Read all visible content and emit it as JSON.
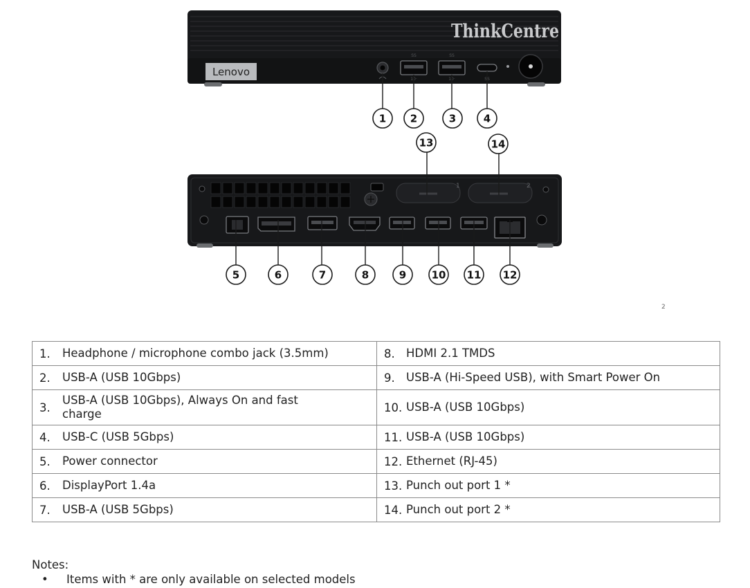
{
  "front_panel": {
    "brand_logo": "Lenovo",
    "series_logo": "ThinkCentre",
    "icons": [
      "headset-icon",
      "usb-a-icon",
      "usb-a-icon",
      "usb-c-icon",
      "power-icon"
    ]
  },
  "rear_panel": {
    "punch_out_labels": [
      "1",
      "2"
    ],
    "icons": [
      "vent-grille",
      "power-connector-icon",
      "displayport-icon",
      "usb-a-icon",
      "hdmi-icon",
      "ethernet-icon",
      "kensington-lock-icon"
    ]
  },
  "callouts": [
    "1",
    "2",
    "3",
    "4",
    "13",
    "14",
    "5",
    "6",
    "7",
    "8",
    "9",
    "10",
    "11",
    "12"
  ],
  "page_number": "2",
  "ports_table": {
    "rows": [
      {
        "left": {
          "num": "1.",
          "text": "Headphone / microphone combo jack (3.5mm)"
        },
        "right": {
          "num": "8.",
          "text": "HDMI 2.1 TMDS"
        }
      },
      {
        "left": {
          "num": "2.",
          "text": "USB-A (USB 10Gbps)"
        },
        "right": {
          "num": "9.",
          "text": "USB-A (Hi-Speed USB), with Smart Power On"
        }
      },
      {
        "left": {
          "num": "3.",
          "text": "USB-A (USB 10Gbps), Always On and fast charge"
        },
        "right": {
          "num": "10.",
          "text": "USB-A (USB 10Gbps)"
        }
      },
      {
        "left": {
          "num": "4.",
          "text": "USB-C (USB 5Gbps)"
        },
        "right": {
          "num": "11.",
          "text": "USB-A (USB 10Gbps)"
        }
      },
      {
        "left": {
          "num": "5.",
          "text": "Power connector"
        },
        "right": {
          "num": "12.",
          "text": "Ethernet (RJ-45)"
        }
      },
      {
        "left": {
          "num": "6.",
          "text": "DisplayPort 1.4a"
        },
        "right": {
          "num": "13.",
          "text": "Punch out port 1 *"
        }
      },
      {
        "left": {
          "num": "7.",
          "text": "USB-A (USB 5Gbps)"
        },
        "right": {
          "num": "14.",
          "text": "Punch out port 2 *"
        }
      }
    ]
  },
  "notes": {
    "title": "Notes:",
    "items": [
      "Items with * are only available on selected models"
    ],
    "bullet": "•"
  }
}
